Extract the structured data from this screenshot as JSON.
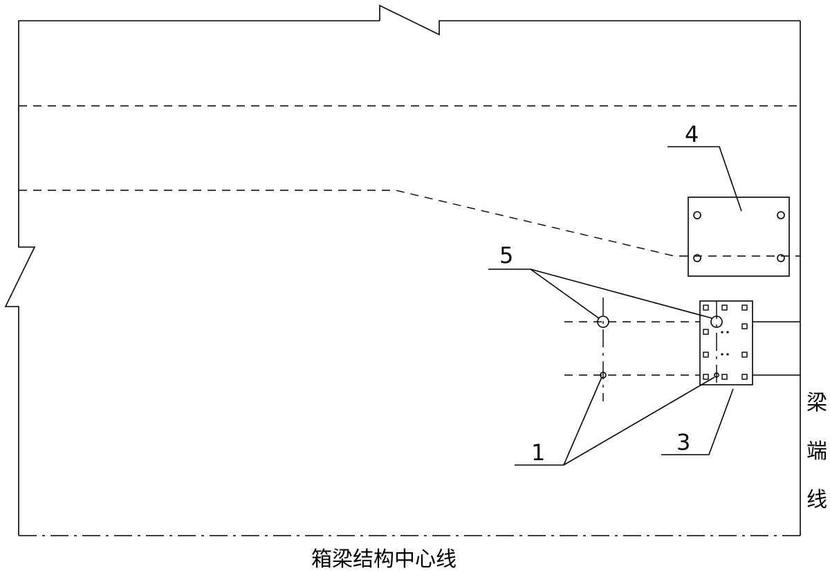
{
  "labels": {
    "callout_1": "1",
    "callout_3": "3",
    "callout_4": "4",
    "callout_5": "5"
  },
  "annotations": {
    "beam_end_line_chars": [
      "梁",
      "端",
      "线"
    ],
    "box_girder_centerline": "箱梁结构中心线"
  }
}
